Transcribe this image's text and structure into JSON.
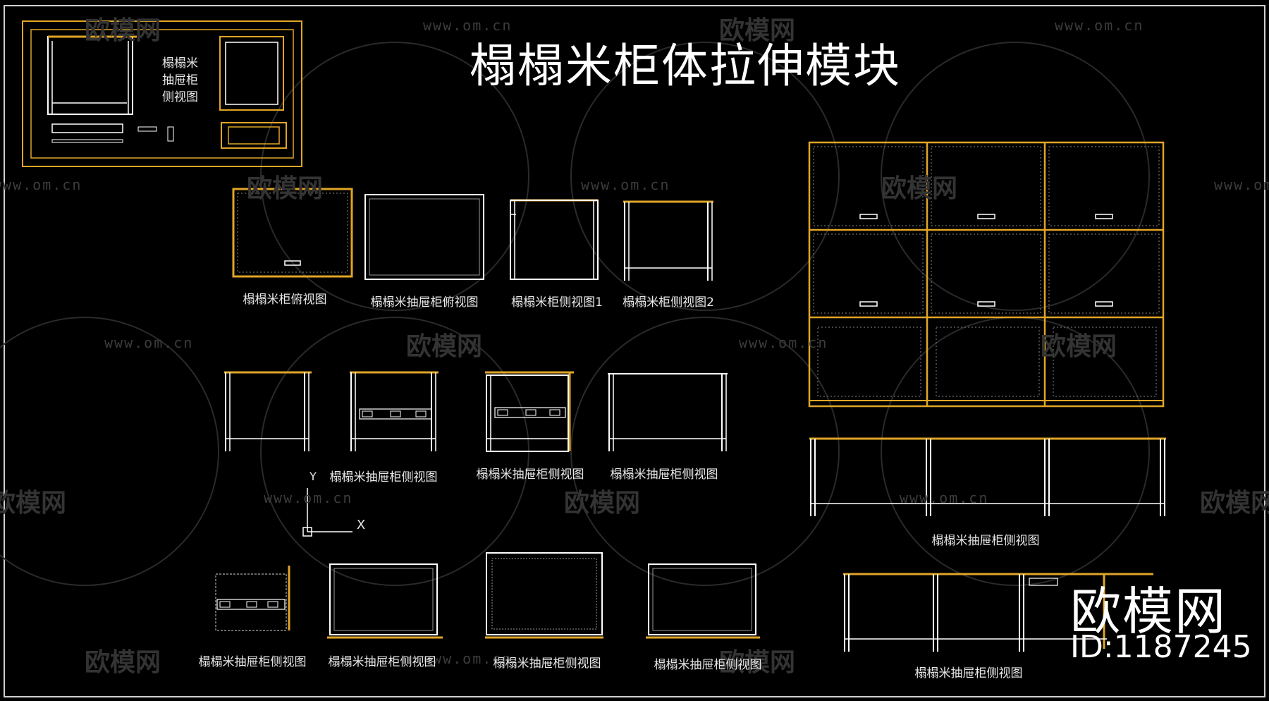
{
  "title": "榻榻米柜体拉伸模块",
  "inset_label": [
    "榻榻米",
    "抽屉柜",
    "侧视图"
  ],
  "labels": {
    "top_view": "榻榻米柜俯视图",
    "drawer_top_view": "榻榻米抽屉柜俯视图",
    "side_view_1": "榻榻米柜侧视图1",
    "side_view_2": "榻榻米柜侧视图2",
    "drawer_side_view": "榻榻米抽屉柜侧视图"
  },
  "axis": {
    "y": "Y",
    "x": "X"
  },
  "watermark": {
    "url": "www.om.cn",
    "logo": "欧模网"
  },
  "brand": {
    "name": "欧模网",
    "id": "ID:1187245"
  },
  "colors": {
    "background": "#000000",
    "line": "#ffffff",
    "accent": "#e0a526",
    "watermark": "#3a3a3a"
  }
}
